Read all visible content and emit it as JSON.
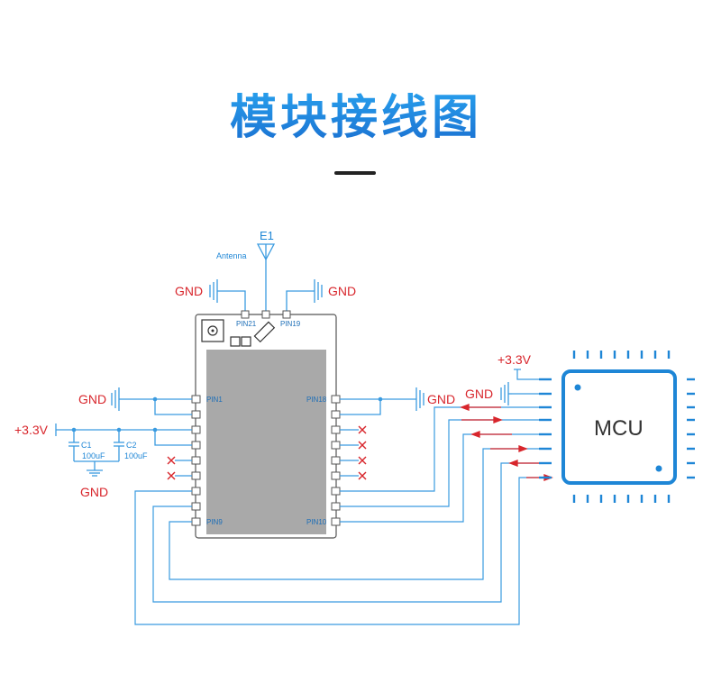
{
  "title": "模块接线图",
  "antenna": {
    "ref": "E1",
    "label": "Antenna"
  },
  "labels": {
    "gnd": "GND",
    "vcc": "+3.3V"
  },
  "capacitors": [
    {
      "ref": "C1",
      "value": "100uF"
    },
    {
      "ref": "C2",
      "value": "100uF"
    }
  ],
  "pins": {
    "pin21": "PIN21",
    "pin19": "PIN19",
    "pin1": "PIN1",
    "pin18": "PIN18",
    "pin9": "PIN9",
    "pin10": "PIN10"
  },
  "mcu": {
    "label": "MCU"
  },
  "colors": {
    "accent_blue": "#1e86d6",
    "wire_blue": "#3a9be0",
    "label_red": "#d8262c",
    "module_gray": "#a9a9a9"
  }
}
